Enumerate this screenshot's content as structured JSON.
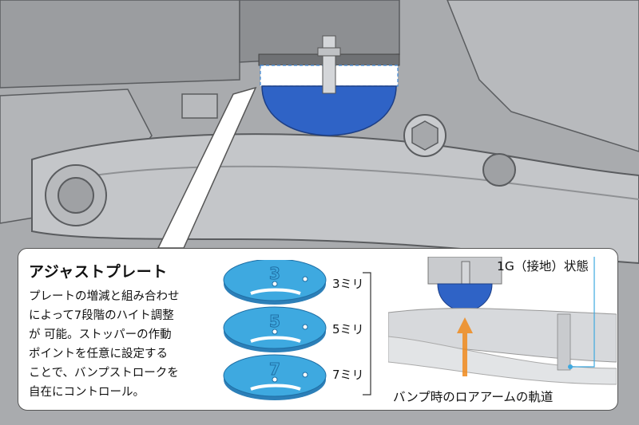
{
  "panel": {
    "title": "アジャストプレート",
    "description_lines": [
      "プレートの増減と組み合わせ",
      "によって7段階のハイト調整",
      "が 可能。ストッパーの作動",
      "ポイントを任意に設定する",
      "ことで、バンプストロークを",
      "自在にコントロール。"
    ]
  },
  "plates": [
    {
      "number": "3",
      "label": "3ミリ"
    },
    {
      "number": "5",
      "label": "5ミリ"
    },
    {
      "number": "7",
      "label": "7ミリ"
    }
  ],
  "inset": {
    "state_label": "1G（接地）状態",
    "trajectory_label": "バンプ時のロアアームの軌道"
  },
  "colors": {
    "stopper_blue": "#2f63c6",
    "plate_blue": "#3ea9e0",
    "arrow_orange": "#f08a1c",
    "background_gray": "#a9abae"
  }
}
